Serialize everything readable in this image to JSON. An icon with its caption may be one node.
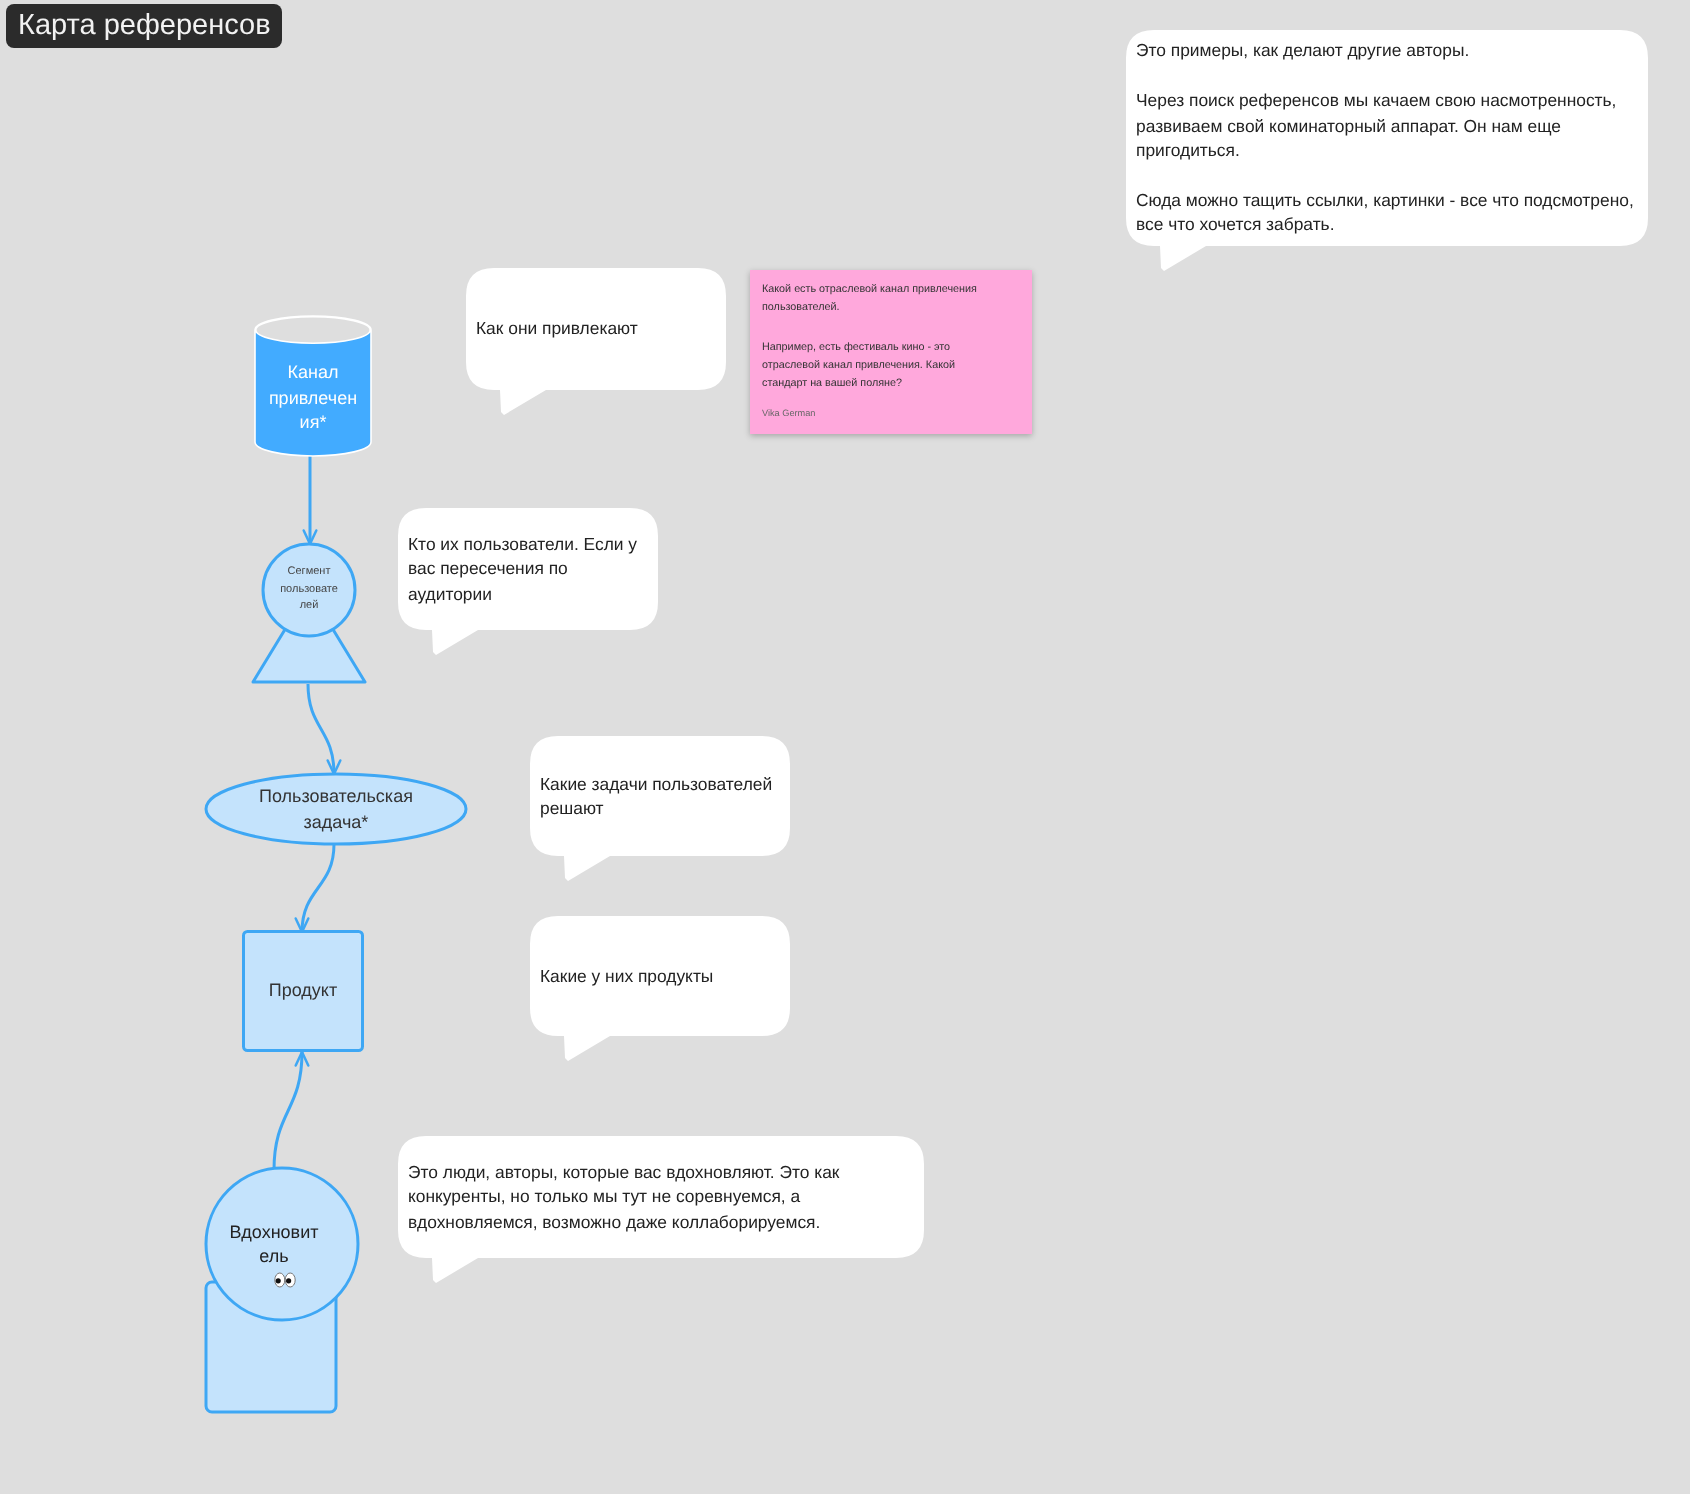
{
  "diagram": {
    "title": "Карта референсов",
    "nodes": [
      {
        "text": [
          "Канал привлечения*"
        ]
      },
      {
        "text": [
          "Сегмент пользователей"
        ]
      },
      {
        "text": [
          "Пользовательская задача*"
        ]
      },
      {
        "text": [
          "Продукт"
        ]
      },
      {
        "text": [
          "Вдохновитель"
        ]
      },
      {
        "text": [
          "Как они привлекают"
        ]
      },
      {
        "text": [
          "Какой есть отраслевой канал привлечения пользователей.",
          "Например, есть фестиваль кино - это отраслевой канал привлечения. Какой стандарт на вашей поляне?",
          "Vika German"
        ]
      },
      {
        "text": [
          "Кто их пользователи. Если у вас пересечения по аудитории"
        ]
      },
      {
        "text": [
          "Какие задачи пользователей решают"
        ]
      },
      {
        "text": [
          "Какие у них продукты"
        ]
      },
      {
        "text": [
          "Это люди, авторы, которые вас вдохновляют. Это как конкуренты, но только мы тут не соревнуемся, а вдохновляемся, возможно даже коллаборируемся."
        ]
      },
      {
        "text": [
          "Это примеры, как делают другие авторы.",
          "Через поиск референсов мы качаем свою насмотренность, развиваем свой коминаторный аппарат. Он нам еще пригодиться.",
          "Сюда можно тащить ссылки, картинки - все что подсмотрено, все что хочется забрать."
        ]
      }
    ],
    "edges": [
      {
        "from": 0,
        "to": 1,
        "arrow": "to"
      },
      {
        "from": 1,
        "to": 2,
        "arrow": "to"
      },
      {
        "from": 2,
        "to": 3,
        "arrow": "to"
      },
      {
        "from": 4,
        "to": 3,
        "arrow": "to"
      }
    ]
  }
}
